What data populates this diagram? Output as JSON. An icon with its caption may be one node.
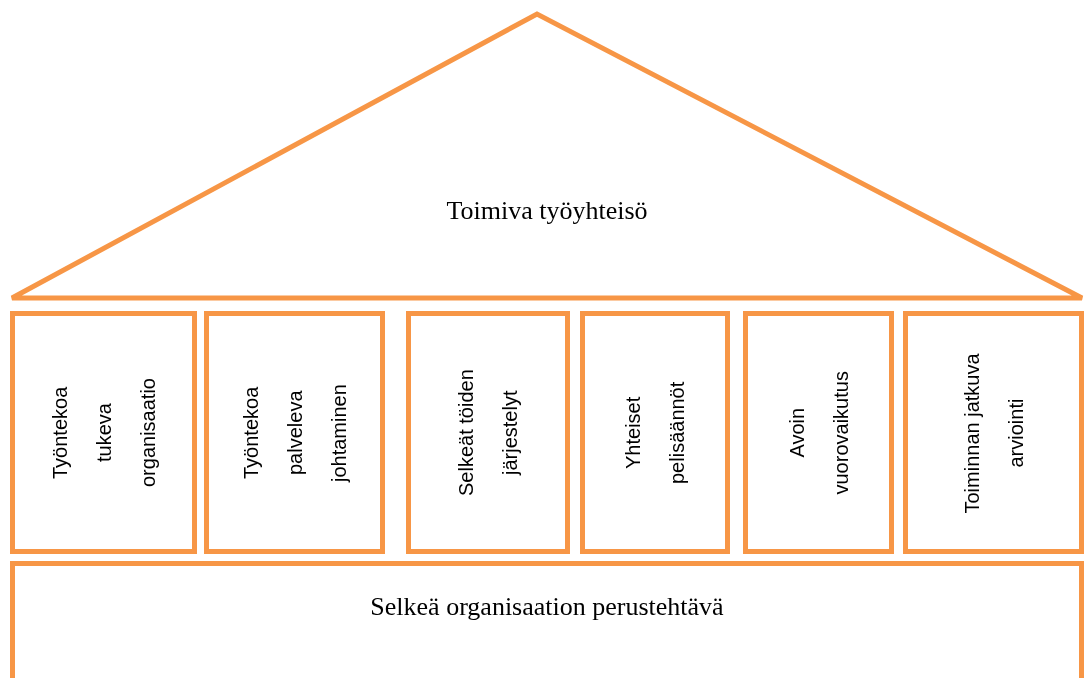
{
  "diagram": {
    "nodes": [
      {
        "text": [
          "Toimiva työyhteisö"
        ]
      },
      {
        "text": [
          "Työntekoa tukeva organisaatio"
        ]
      },
      {
        "text": [
          "Työntekoa palveleva johtaminen"
        ]
      },
      {
        "text": [
          "Selkeät töiden järjestelyt"
        ]
      },
      {
        "text": [
          "Yhteiset pelisäännöt"
        ]
      },
      {
        "text": [
          "Avoin vuorovaikutus"
        ]
      },
      {
        "text": [
          "Toiminnan jatkuva arviointi"
        ]
      },
      {
        "text": [
          "Selkeä organisaation perustehtävä"
        ]
      }
    ],
    "edges": []
  }
}
